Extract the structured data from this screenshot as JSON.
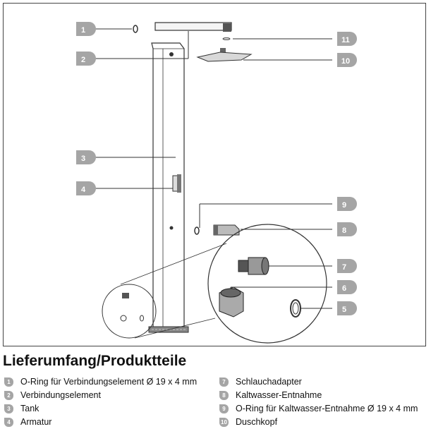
{
  "heading": "Lieferumfang/Produktteile",
  "callouts": [
    "1",
    "2",
    "3",
    "4",
    "5",
    "6",
    "7",
    "8",
    "9",
    "10",
    "11"
  ],
  "parts_left": [
    {
      "num": "1",
      "label": "O-Ring für Verbindungselement Ø 19 x 4 mm"
    },
    {
      "num": "2",
      "label": "Verbindungselement"
    },
    {
      "num": "3",
      "label": "Tank"
    },
    {
      "num": "4",
      "label": "Armatur"
    }
  ],
  "parts_right": [
    {
      "num": "7",
      "label": "Schlauchadapter"
    },
    {
      "num": "8",
      "label": "Kaltwasser-Entnahme"
    },
    {
      "num": "9",
      "label": "O-Ring für Kaltwasser-Entnahme Ø 19 x 4 mm"
    },
    {
      "num": "10",
      "label": "Duschkopf"
    }
  ],
  "colors": {
    "badge": "#a5a5a5",
    "line": "#333333"
  }
}
